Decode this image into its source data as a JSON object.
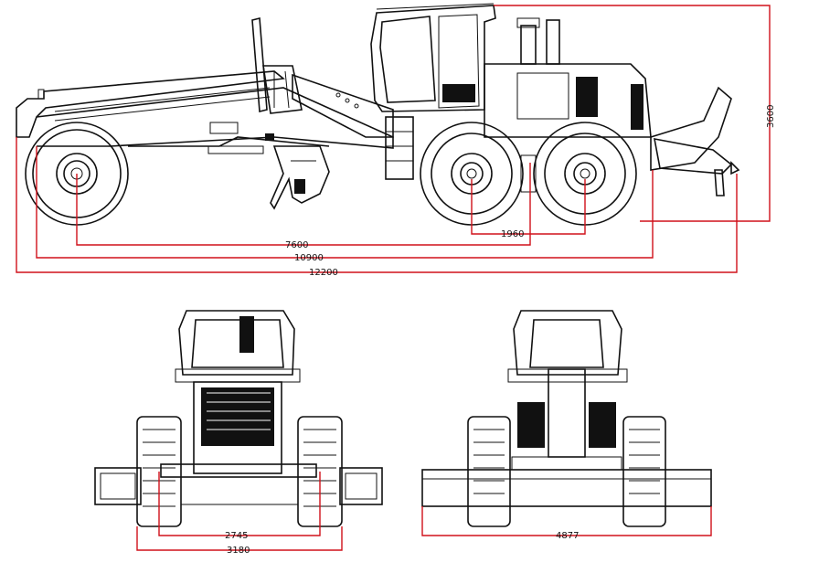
{
  "side_view": {
    "wheelbase_label": "7600",
    "tandem_label": "1960",
    "length_mid_label": "10900",
    "length_overall_label": "12200",
    "height_label": "3600"
  },
  "front_view": {
    "track_label": "2745",
    "width_label": "3180"
  },
  "rear_view": {
    "blade_width_label": "4877"
  },
  "colors": {
    "linework": "#111111",
    "dimension_lines": "#d0101a",
    "background": "#ffffff"
  }
}
